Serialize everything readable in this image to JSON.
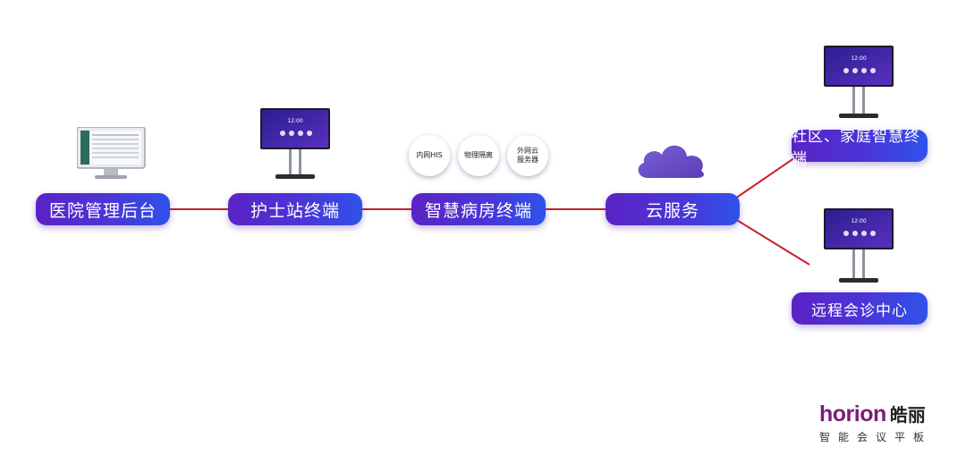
{
  "nodes": {
    "admin": "医院管理后台",
    "nurse": "护士站终端",
    "ward": "智慧病房终端",
    "cloud": "云服务",
    "family": "社区、家庭智慧终端",
    "remote": "远程会诊中心"
  },
  "bubbles": {
    "his": "内网HIS",
    "isolation": "物理隔离",
    "server_line1": "外网云",
    "server_line2": "服务器"
  },
  "screen_clock": "12:00",
  "brand": {
    "name_en": "horion",
    "name_cn": "皓丽",
    "tagline": "智能会议平板"
  },
  "colors": {
    "line": "#c8202a",
    "pill_start": "#5b23c4",
    "pill_end": "#2f52ea",
    "cloud": "#6a52c8",
    "brand": "#7a1d78"
  },
  "icons": [
    "desktop-computer-icon",
    "tv-stand-icon",
    "cloud-icon"
  ]
}
